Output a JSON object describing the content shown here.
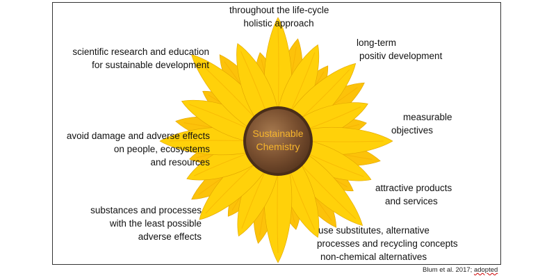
{
  "diagram": {
    "center": {
      "line1": "Sustainable",
      "line2": "Chemistry",
      "text_color": "#f7b52c",
      "disc_color": "#7a5030"
    },
    "petal_color": "#ffd10a",
    "petal_shade": "#f2a900",
    "labels": {
      "top": {
        "line1": "throughout the life-cycle",
        "line2": "holistic approach"
      },
      "top_right": {
        "line1": "long-term",
        "line2": "positiv development"
      },
      "right": {
        "line1": "measurable",
        "line2": "objectives"
      },
      "lower_right": {
        "line1": "attractive products",
        "line2": "and services"
      },
      "bottom_right": {
        "line1": "use substitutes, alternative",
        "line2": "processes and recycling concepts",
        "line3": "non-chemical alternatives"
      },
      "bottom_left": {
        "line1": "substances and processes",
        "line2": "with the least possible",
        "line3": "adverse effects"
      },
      "left": {
        "line1": "avoid damage and adverse effects",
        "line2": "on people, ecosystems",
        "line3": "and resources"
      },
      "top_left": {
        "line1": "scientific research and education",
        "line2": "for sustainable development"
      }
    }
  },
  "citation": {
    "text": "Blum et al. 2017; ",
    "wavy": "adopted"
  }
}
